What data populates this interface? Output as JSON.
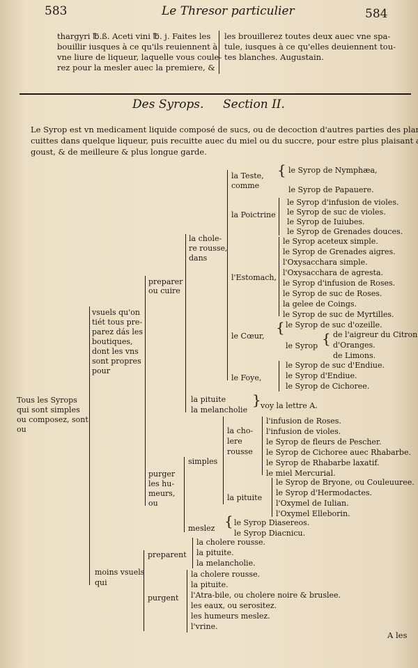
{
  "header": {
    "left_page": "583",
    "title": "Le Thresor particulier",
    "right_page": "584"
  },
  "top_left": [
    "thargyri ℔.ß. Aceti vini ℔. j. Faites les",
    "bouillir iusques à ce qu'ils reuiennent à",
    "vne liure de liqueur, laquelle vous coule-",
    "rez pour la mesler auec la premiere, &"
  ],
  "top_right": [
    "les brouillerez toutes deux auec vne spa-",
    "tule, iusques à ce qu'elles deuiennent tou-",
    "tes blanches. Augustain."
  ],
  "section": {
    "title": "Des Syrops.",
    "number": "Section II."
  },
  "intro": [
    "Le Syrop est vn medicament liquide composé de sucs, ou de decoction d'autres parties des plantes",
    "cuittes dans quelque liqueur, puis recuitte auec du miel ou du succre, pour estre plus plaisant au",
    "goust, & de meilleure & plus longue garde."
  ],
  "tree": {
    "root": [
      "Tous les Syrops",
      "qui sont simples",
      "ou composez, sont",
      "ou"
    ],
    "usuels": [
      "vsuels qu'on",
      "tiét tous pre-",
      "parez dás les",
      "boutiques,",
      "dont les vns",
      "sont propres",
      "pour"
    ],
    "preparer": [
      "preparer",
      "ou cuire"
    ],
    "cholere": [
      "la chole-",
      "re rousse,",
      "dans"
    ],
    "teste": [
      "la Teste,",
      "comme"
    ],
    "teste_items": [
      "le Syrop de Nymphæa,",
      "le Syrop de Papauere."
    ],
    "poictrine": "la Poictrine",
    "poictrine_items": [
      "le Syrop d'infusion de violes.",
      "le Syrop de suc de violes.",
      "le Syrop de Iuiubes.",
      "le Syrop de Grenades douces."
    ],
    "estomach": "l'Estomach,",
    "estomach_items": [
      "le Syrop aceteux simple.",
      "le Syrop de Grenades aigres.",
      "l'Oxysacchara simple.",
      "l'Oxysacchara de agresta.",
      "le Syrop d'infusion de Roses.",
      "le Syrop de suc de Roses.",
      "la gelee de Coings.",
      "le Syrop de suc de Myrtilles."
    ],
    "coeur": "le Cœur,",
    "coeur_first": "le Syrop de suc d'ozeille.",
    "coeur_syrop": "le Syrop",
    "coeur_sub": [
      "de l'aigreur du Citron.",
      "d'Oranges.",
      "de Limons."
    ],
    "foye": "le Foye,",
    "foye_items": [
      "le Syrop de suc d'Endiue.",
      "le Syrop d'Endiue.",
      "le Syrop de Cichoree."
    ],
    "pituite": [
      "la pituite",
      "la melancholie"
    ],
    "voy": "voy la lettre A.",
    "purger": [
      "purger",
      "les hu-",
      "meurs,",
      "ou"
    ],
    "simples": "simples",
    "purg_cholere": [
      "la cho-",
      "lere",
      "rousse"
    ],
    "purg_cholere_items": [
      "l'infusion de Roses.",
      "l'infusion de violes.",
      "le Syrop de fleurs de Pescher.",
      "le Syrop de Cichoree auec Rhabarbe.",
      "le Syrop de Rhabarbe laxatif.",
      "le miel Mercurial."
    ],
    "lapituite": "la pituite",
    "lapituite_items": [
      "le Syrop de Bryone, ou Couleuuree.",
      "le Syrop d'Hermodactes.",
      "l'Oxymel de Iulian.",
      "l'Oxymel Elleborin."
    ],
    "meslez": "meslez",
    "meslez_items": [
      "le Syrop Diasereos.",
      "le Syrop Diacnicu."
    ],
    "moins": [
      "moins vsuels",
      "qui"
    ],
    "preparent": "preparent",
    "preparent_items": [
      "la cholere rousse.",
      "la pituite.",
      "la melancholie."
    ],
    "purgent": "purgent",
    "purgent_items": [
      "la cholere rousse.",
      "la pituite.",
      "l'Atra-bile, ou cholere noire & bruslee.",
      "les eaux, ou serositez.",
      "les humeurs meslez.",
      "l'vrine."
    ]
  },
  "catchword": "A les"
}
